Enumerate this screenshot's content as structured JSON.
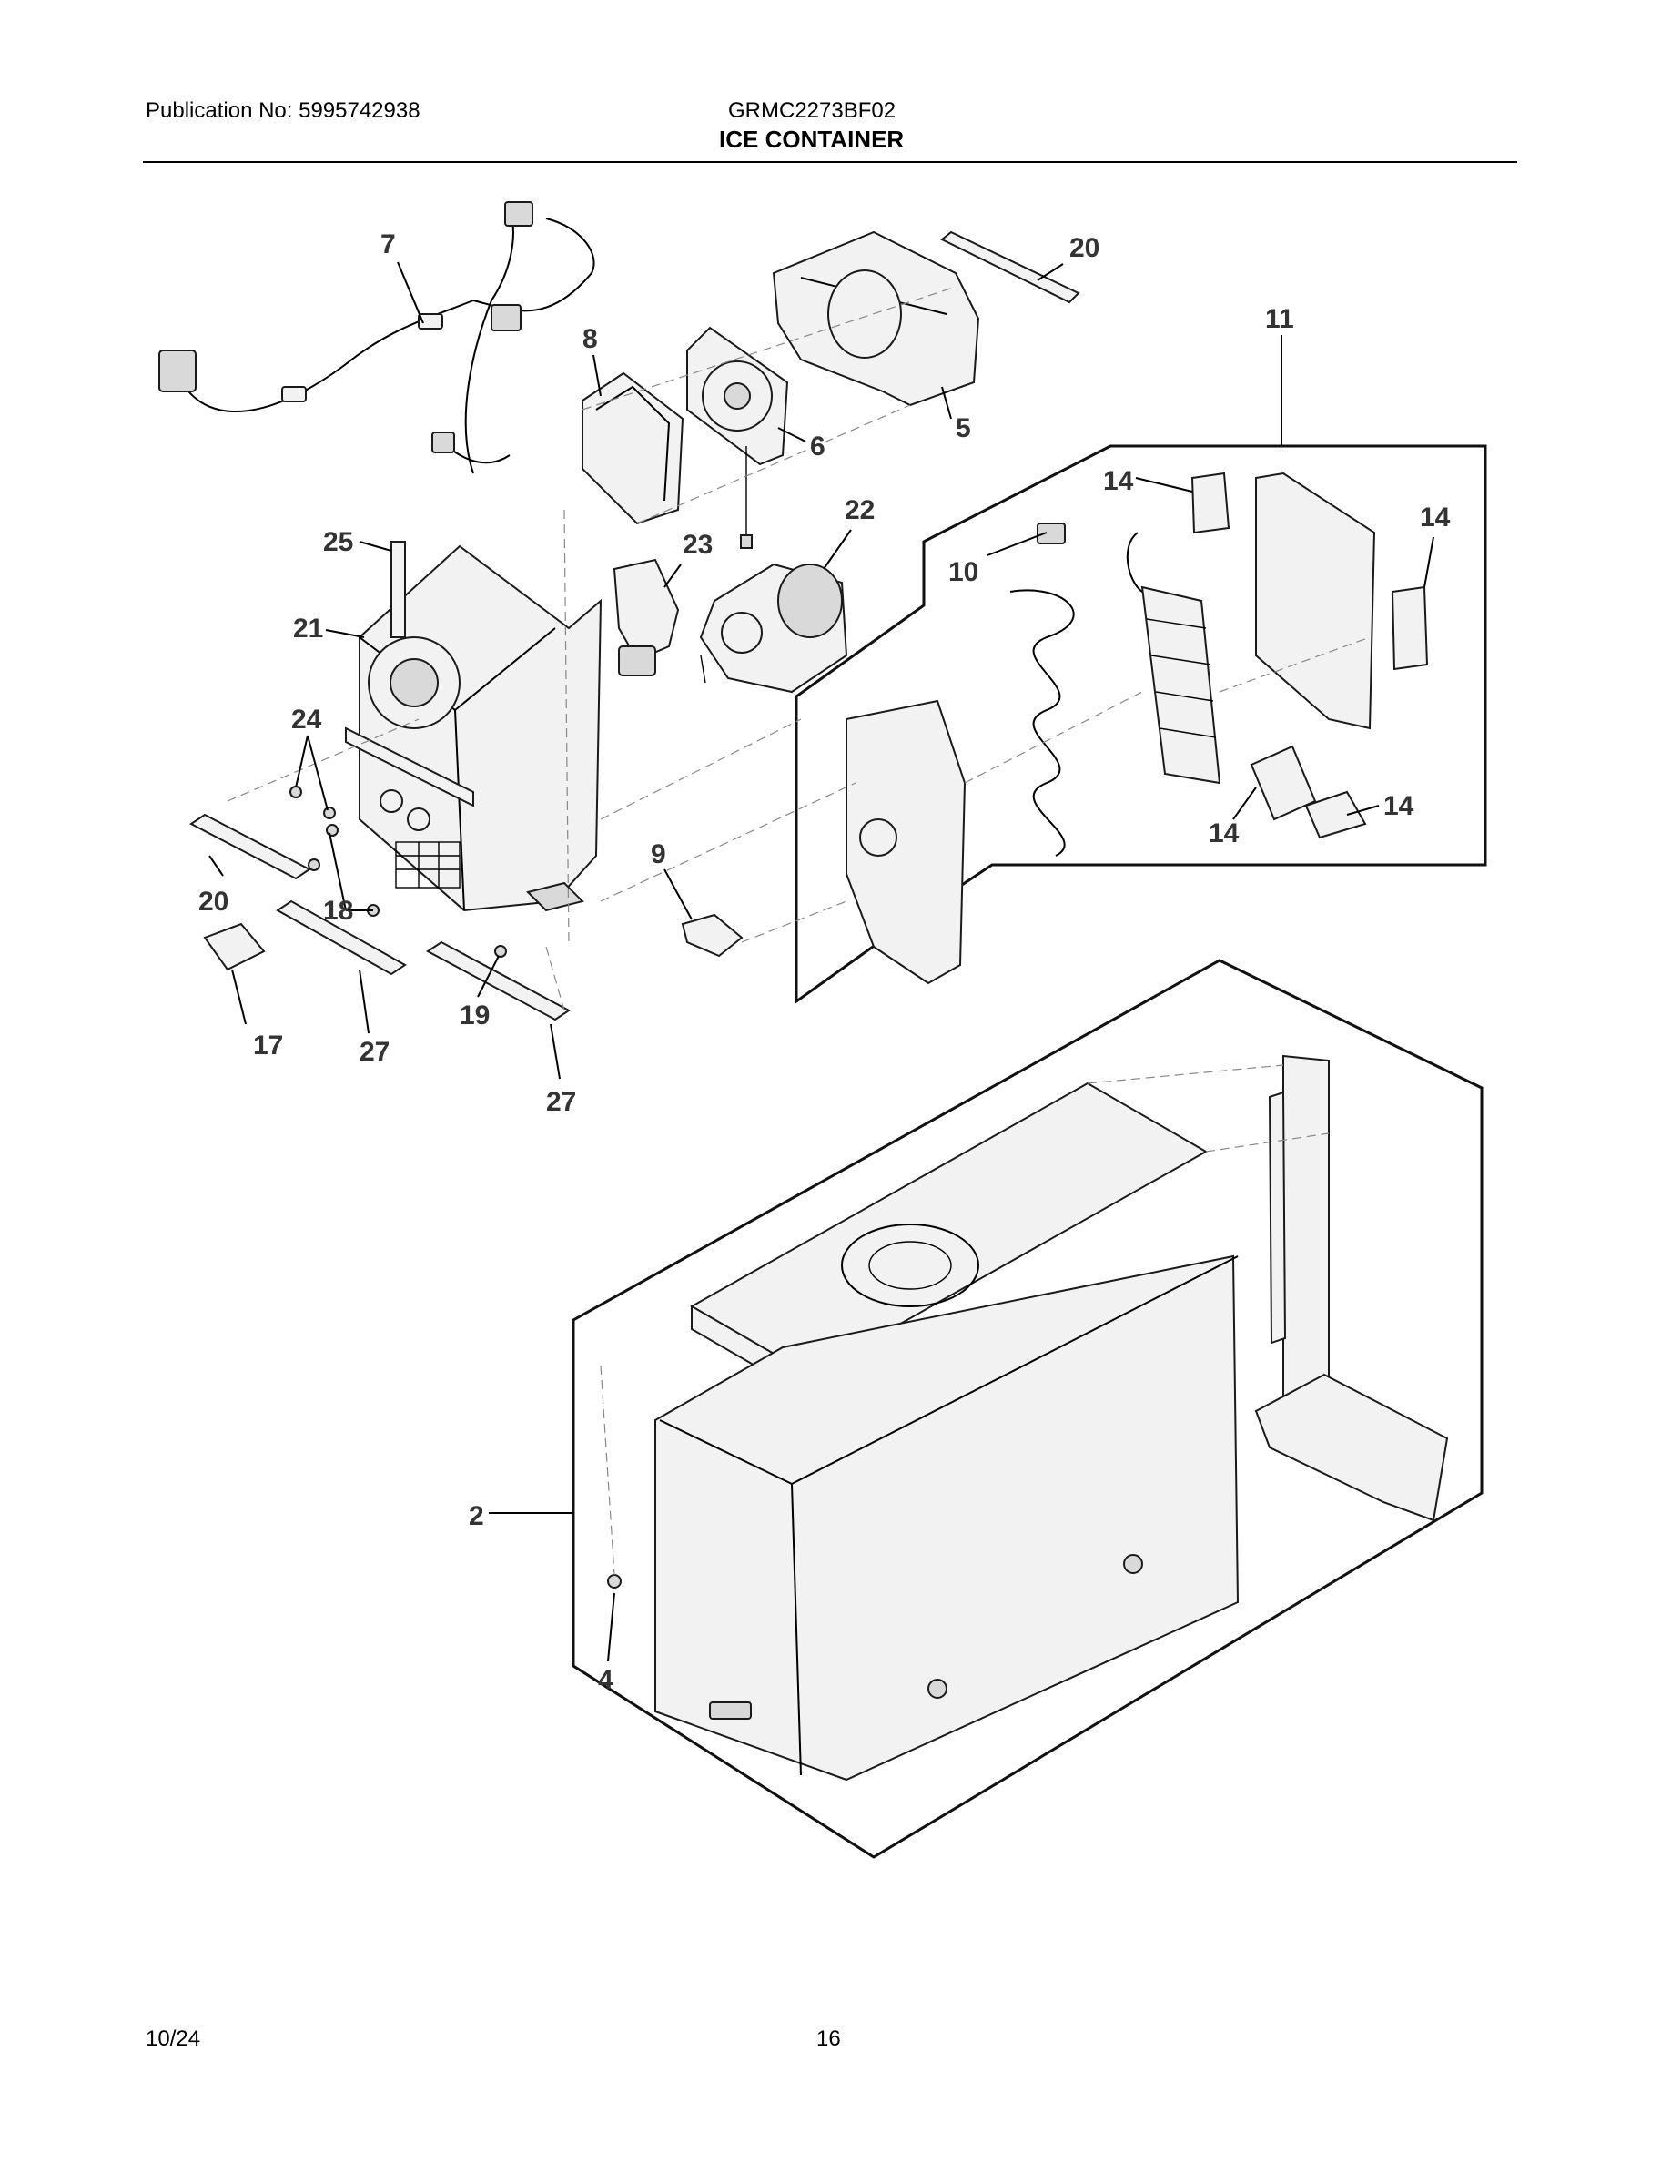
{
  "header": {
    "publication": "Publication No: 5995742938",
    "model": "GRMC2273BF02",
    "title": "ICE CONTAINER"
  },
  "footer": {
    "date": "10/24",
    "page": "16"
  },
  "callouts": [
    "7",
    "20",
    "8",
    "11",
    "6",
    "5",
    "14",
    "14",
    "22",
    "25",
    "23",
    "10",
    "21",
    "24",
    "14",
    "14",
    "9",
    "20",
    "18",
    "19",
    "17",
    "27",
    "27",
    "2",
    "4"
  ]
}
